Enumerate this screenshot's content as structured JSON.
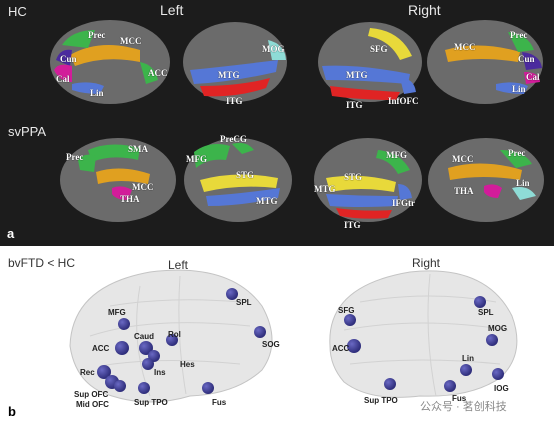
{
  "panel_a": {
    "label": "a",
    "side_left": "Left",
    "side_right": "Right",
    "group_hc": "HC",
    "group_svppa": "svPPA",
    "hc_labels": [
      "Prec",
      "MCC",
      "Cun",
      "Cal",
      "ACC",
      "Lin",
      "MOG",
      "MTG",
      "ITG",
      "SFG",
      "MTG",
      "ITG",
      "InfOFC",
      "MCC",
      "Prec",
      "Cun",
      "Cal",
      "Lin"
    ],
    "svppa_labels": [
      "SMA",
      "Prec",
      "MCC",
      "THA",
      "PreCG",
      "MFG",
      "STG",
      "MTG",
      "MFG",
      "STG",
      "MTG",
      "IFGtr",
      "ITG",
      "MCC",
      "Prec",
      "THA",
      "Lin"
    ]
  },
  "panel_b": {
    "label": "b",
    "comparison": "bvFTD < HC",
    "side_left": "Left",
    "side_right": "Right",
    "left_labels": [
      "MFG",
      "SPL",
      "Caud",
      "Rol",
      "ACC",
      "Hes",
      "SOG",
      "Ins",
      "Rec",
      "Sup OFC",
      "Mid OFC",
      "Sup TPO",
      "Fus"
    ],
    "right_labels": [
      "SFG",
      "SPL",
      "MOG",
      "ACC",
      "Lin",
      "IOG",
      "Sup TPO",
      "Fus"
    ]
  },
  "watermark": "公众号 · 茗创科技",
  "colors": {
    "panel_a_bg": "#1c1c1c",
    "cortex": "#6b6b6b",
    "orange": "#e0a020",
    "green": "#3cb44b",
    "blue": "#5577d6",
    "red": "#e02424",
    "magenta": "#d21c9a",
    "cyan": "#8edcd6",
    "yellow": "#e8d93a",
    "purple": "#4b2a9e",
    "node": "#3b3a8e"
  }
}
